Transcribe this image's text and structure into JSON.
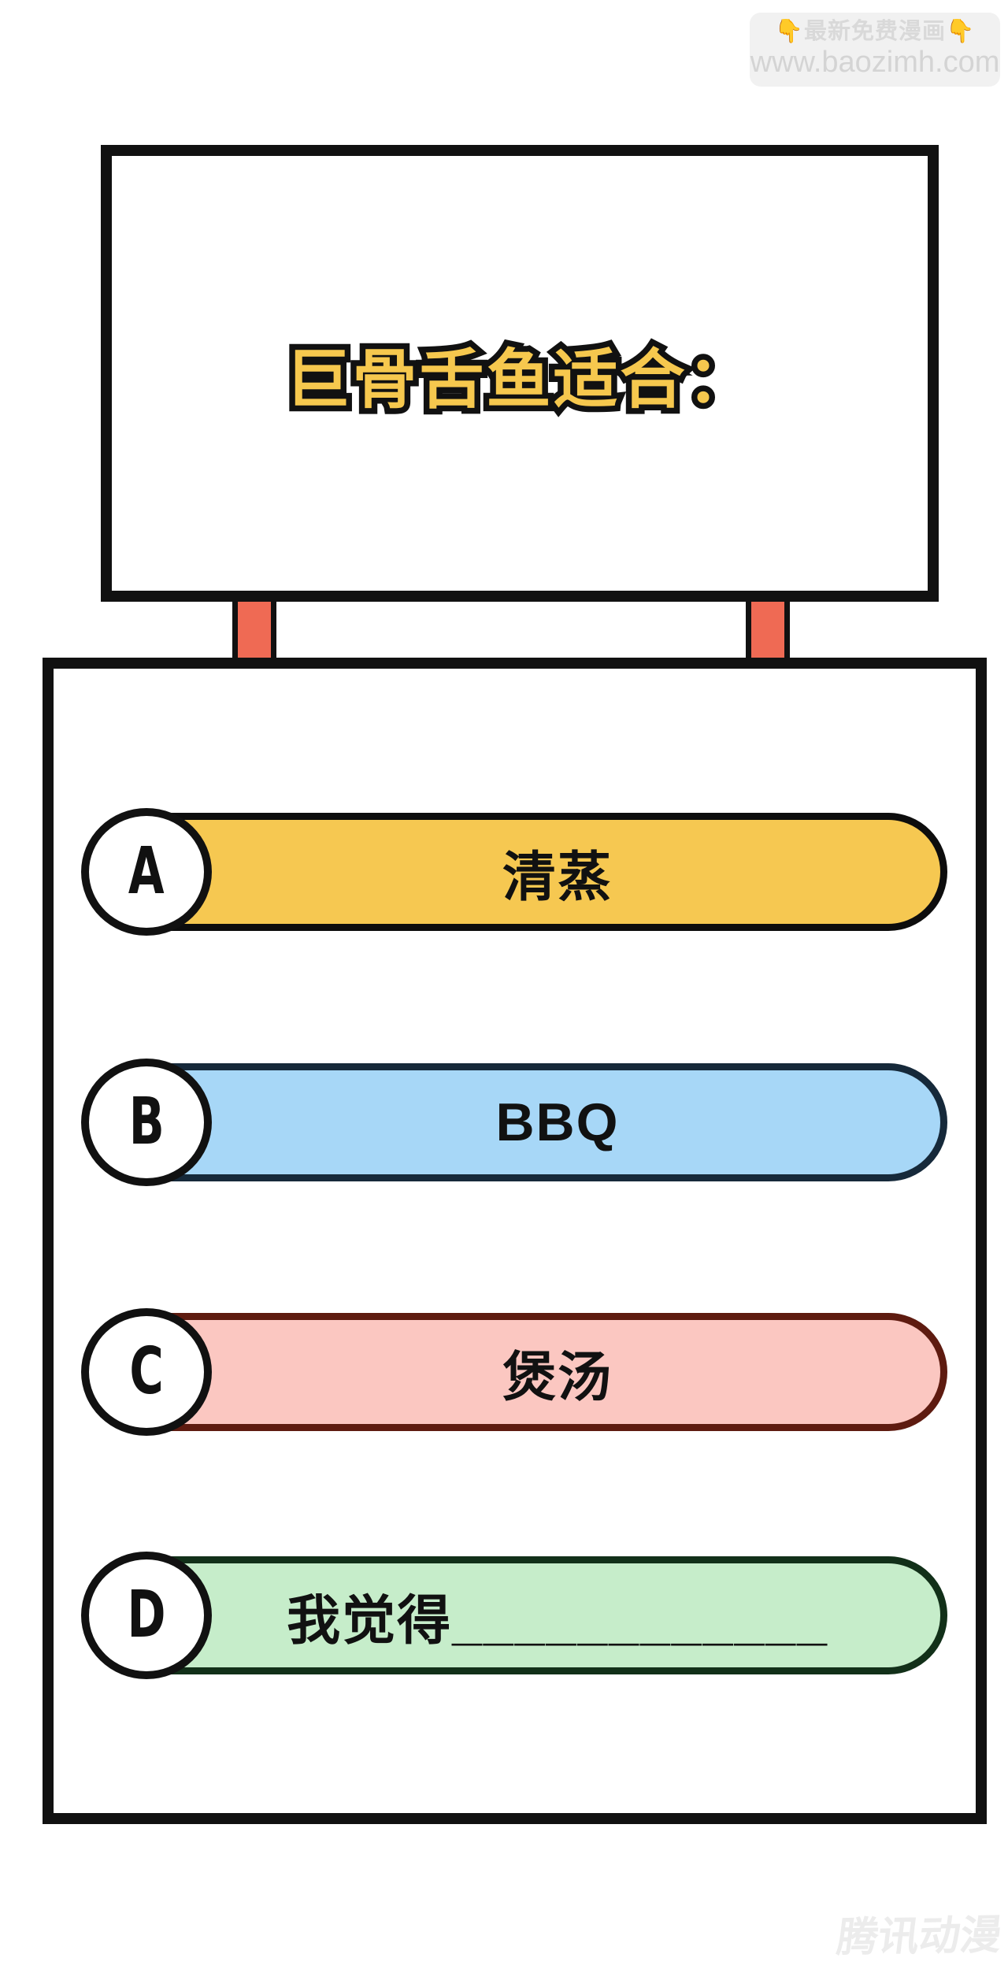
{
  "watermark": {
    "line1": "👇最新免费漫画👇",
    "line2": "www.baozimh.com",
    "badge_bg": "#f1f1f1",
    "line1_color": "#d9d9d9",
    "line2_color": "#d4d4d4"
  },
  "sign": {
    "title": "巨骨舌鱼适合：",
    "title_color": "#f6c84e",
    "outline_color": "#111111",
    "post_color": "#ef6a54"
  },
  "options": [
    {
      "letter": "A",
      "label": "清蒸",
      "fill": "#f6c851",
      "border": "#0d0d0d"
    },
    {
      "letter": "B",
      "label": "BBQ",
      "fill": "#a7d7f7",
      "border": "#16293a"
    },
    {
      "letter": "C",
      "label": "煲汤",
      "fill": "#fbc7c1",
      "border": "#5e1b10"
    },
    {
      "letter": "D",
      "label": "我觉得____________",
      "fill": "#c6edca",
      "border": "#123019"
    }
  ],
  "footer": {
    "logo": "腾讯动漫",
    "logo_color": "#ececec"
  }
}
